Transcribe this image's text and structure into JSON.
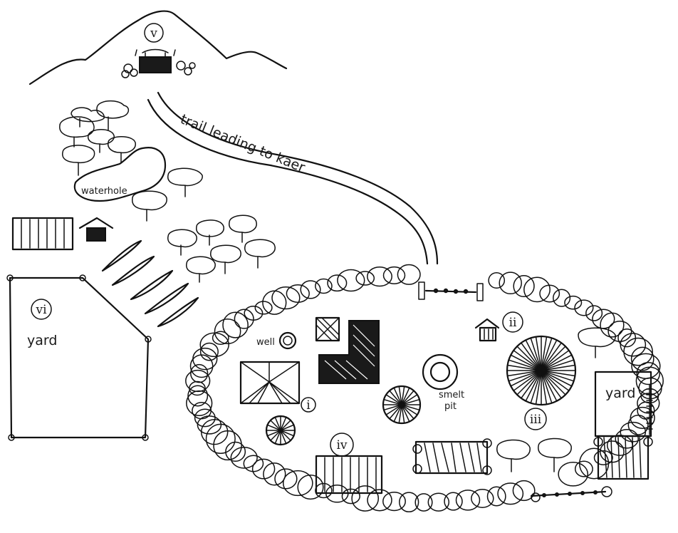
{
  "labels": {
    "trail": "trail leading to kaer",
    "waterhole": "waterhole",
    "well": "well",
    "smelt_pit_line1": "smelt",
    "smelt_pit_line2": "pit",
    "yard_left": "yard",
    "yard_right": "yard"
  },
  "markers": {
    "kaer": "v",
    "left_yard": "vi",
    "building_i": "i",
    "building_ii": "ii",
    "building_iii": "iii",
    "building_iv": "iv"
  }
}
